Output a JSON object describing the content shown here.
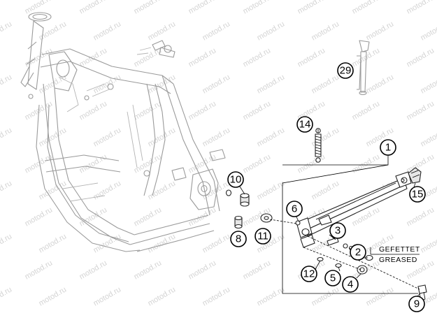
{
  "watermark": "motod.ru",
  "callouts": {
    "c1": "1",
    "c2": "2",
    "c3": "3",
    "c4": "4",
    "c5": "5",
    "c6": "6",
    "c8": "8",
    "c9": "9",
    "c10": "10",
    "c11": "11",
    "c12": "12",
    "c14": "14",
    "c15": "15",
    "c29": "29"
  },
  "grease_label": {
    "line1": "GEFETTET",
    "line2": "GREASED"
  }
}
